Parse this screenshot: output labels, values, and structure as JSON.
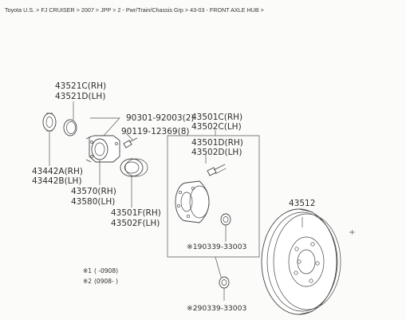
{
  "breadcrumb": [
    "Toyota U.S.",
    "FJ CRUISER",
    "2007",
    "JPP",
    "2 - Pwr/Train/Chassis Grp",
    "43-03 - FRONT AXLE HUB"
  ],
  "breadcrumb_separator": ">",
  "breadcrumb_trailing": ">",
  "parts": {
    "p43521c": "43521C(RH)",
    "p43521d": "43521D(LH)",
    "p90301": "90301-92003(2)",
    "p90119": "90119-12369(8)",
    "p43501c": "43501C(RH)",
    "p43502c": "43502C(LH)",
    "p43501d": "43501D(RH)",
    "p43502d": "43502D(LH)",
    "p43442a": "43442A(RH)",
    "p43442b": "43442B(LH)",
    "p43570": "43570(RH)",
    "p43580": "43580(LH)",
    "p43501f": "43501F(RH)",
    "p43502f": "43502F(LH)",
    "p43512": "43512",
    "p90339a": "※190339-33003",
    "p90339b": "※290339-33003"
  },
  "notes": {
    "n1_mark": "※1",
    "n1_range": "(      -0908)",
    "n2_mark": "※2",
    "n2_range": "(0908-      )"
  }
}
